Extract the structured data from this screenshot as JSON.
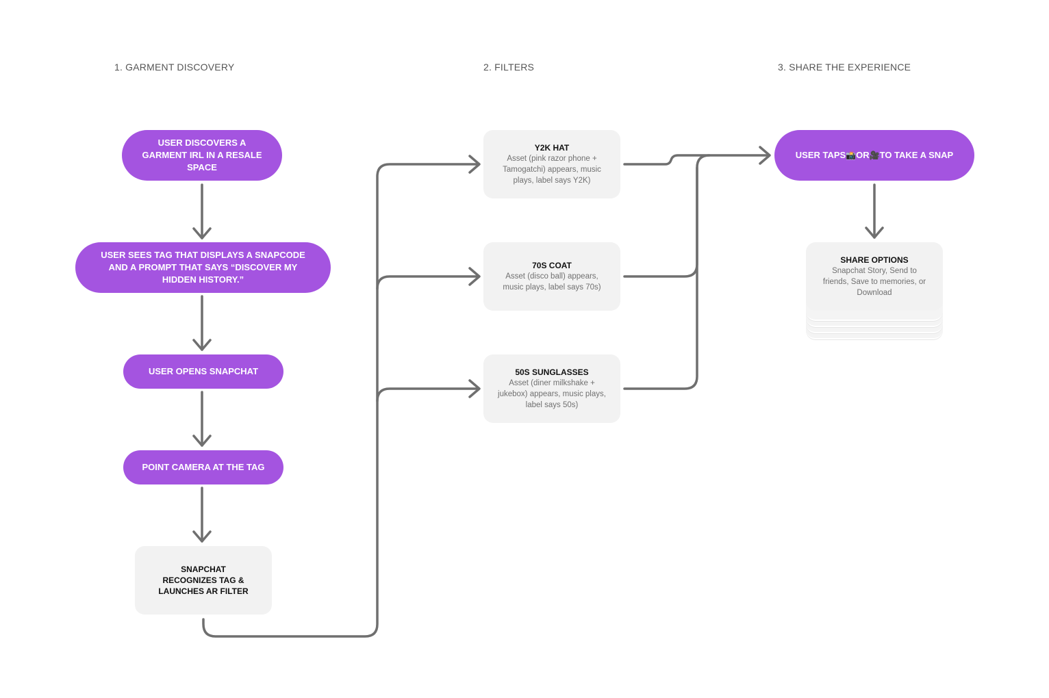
{
  "sections": [
    {
      "id": "s1",
      "label": "1. GARMENT DISCOVERY"
    },
    {
      "id": "s2",
      "label": "2. FILTERS"
    },
    {
      "id": "s3",
      "label": "3. SHARE THE EXPERIENCE"
    }
  ],
  "steps": {
    "discover": "USER DISCOVERS A GARMENT IRL IN A RESALE SPACE",
    "tag": "USER SEES TAG THAT DISPLAYS A  SNAPCODE AND A PROMPT THAT SAYS “DISCOVER MY HIDDEN HISTORY.”",
    "open_snapchat": "USER OPENS SNAPCHAT",
    "point_camera": "POINT CAMERA AT THE TAG",
    "recognize": "SNAPCHAT RECOGNIZES TAG & LAUNCHES AR FILTER"
  },
  "filters": [
    {
      "title": "Y2K HAT",
      "desc": "Asset (pink razor phone + Tamogatchi) appears, music plays, label says Y2K)"
    },
    {
      "title": "70S COAT",
      "desc": "Asset (disco ball) appears, music plays, label says 70s)"
    },
    {
      "title": "50S SUNGLASSES",
      "desc": "Asset (diner milkshake + jukebox) appears, music plays, label says 50s)"
    }
  ],
  "share": {
    "tap_before": "USER TAPS ",
    "camera_icon": "📸",
    "tap_middle": " OR ",
    "video_icon": "🎥",
    "tap_after": " TO TAKE A SNAP",
    "options_title": "SHARE OPTIONS",
    "options_desc": "Snapchat Story, Send to friends, Save to memories, or Download"
  },
  "colors": {
    "pill": "#a454e0",
    "card": "#f2f2f2",
    "connector": "#6f6f6f"
  }
}
